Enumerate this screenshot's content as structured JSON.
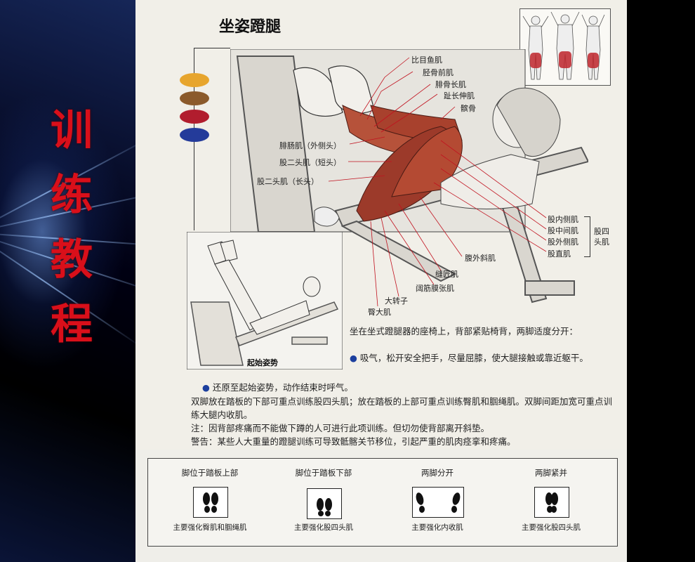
{
  "side_title": {
    "chars": [
      "训",
      "练",
      "教",
      "程"
    ]
  },
  "page": {
    "title": "坐姿蹬腿",
    "bleed_text": "",
    "swatch_colors": [
      "#e7a52d",
      "#8b5a2b",
      "#b11d2e",
      "#243b9a"
    ]
  },
  "muscle_labels": {
    "biceps_femoris_short": "比目鱼肌",
    "tibialis_anterior": "胫骨前肌",
    "peroneus_longus": "腓骨长肌",
    "extensor_digitorum": "趾长伸肌",
    "patella": "髌骨",
    "gastrocnemius_lateral": "腓肠肌（外侧头）",
    "biceps_short": "股二头肌（短头）",
    "biceps_long": "股二头肌（长头）",
    "vastus_medialis": "股内侧肌",
    "vastus_intermedius": "股中间肌",
    "vastus_lateralis": "股外侧肌",
    "rectus_femoris": "股直肌",
    "quadriceps_group": "股四头肌",
    "external_oblique": "腹外斜肌",
    "sartorius": "缝匠肌",
    "tensor_fasciae_latae": "阔筋膜张肌",
    "greater_trochanter": "大转子",
    "gluteus_maximus": "臀大肌"
  },
  "inset_caption": "起始姿势",
  "description": {
    "intro": "坐在坐式蹬腿器的座椅上，背部紧贴椅背，两脚适度分开：",
    "step1": "吸气，松开安全把手，尽量屈膝，使大腿接触或靠近躯干。",
    "step2": "还原至起始姿势，动作结束时呼气。",
    "p1": "双脚放在踏板的下部可重点训练股四头肌；放在踏板的上部可重点训练臀肌和腘绳肌。双脚间距加宽可重点训练大腿内收肌。",
    "p2": "注：因背部疼痛而不能做下蹲的人可进行此项训练。但切勿使背部离开斜垫。",
    "p3": "警告：某些人大重量的蹬腿训练可导致骶髂关节移位，引起严重的肌肉痉挛和疼痛。"
  },
  "feet_positions": [
    {
      "caption": "脚位于踏板上部",
      "note": "主要强化臀肌和腘绳肌",
      "icon": "feet-together-icon"
    },
    {
      "caption": "脚位于踏板下部",
      "note": "主要强化股四头肌",
      "icon": "feet-together-icon"
    },
    {
      "caption": "两脚分开",
      "note": "主要强化内收肌",
      "icon": "feet-apart-icon"
    },
    {
      "caption": "两脚紧并",
      "note": "主要强化股四头肌",
      "icon": "feet-together-icon"
    }
  ]
}
